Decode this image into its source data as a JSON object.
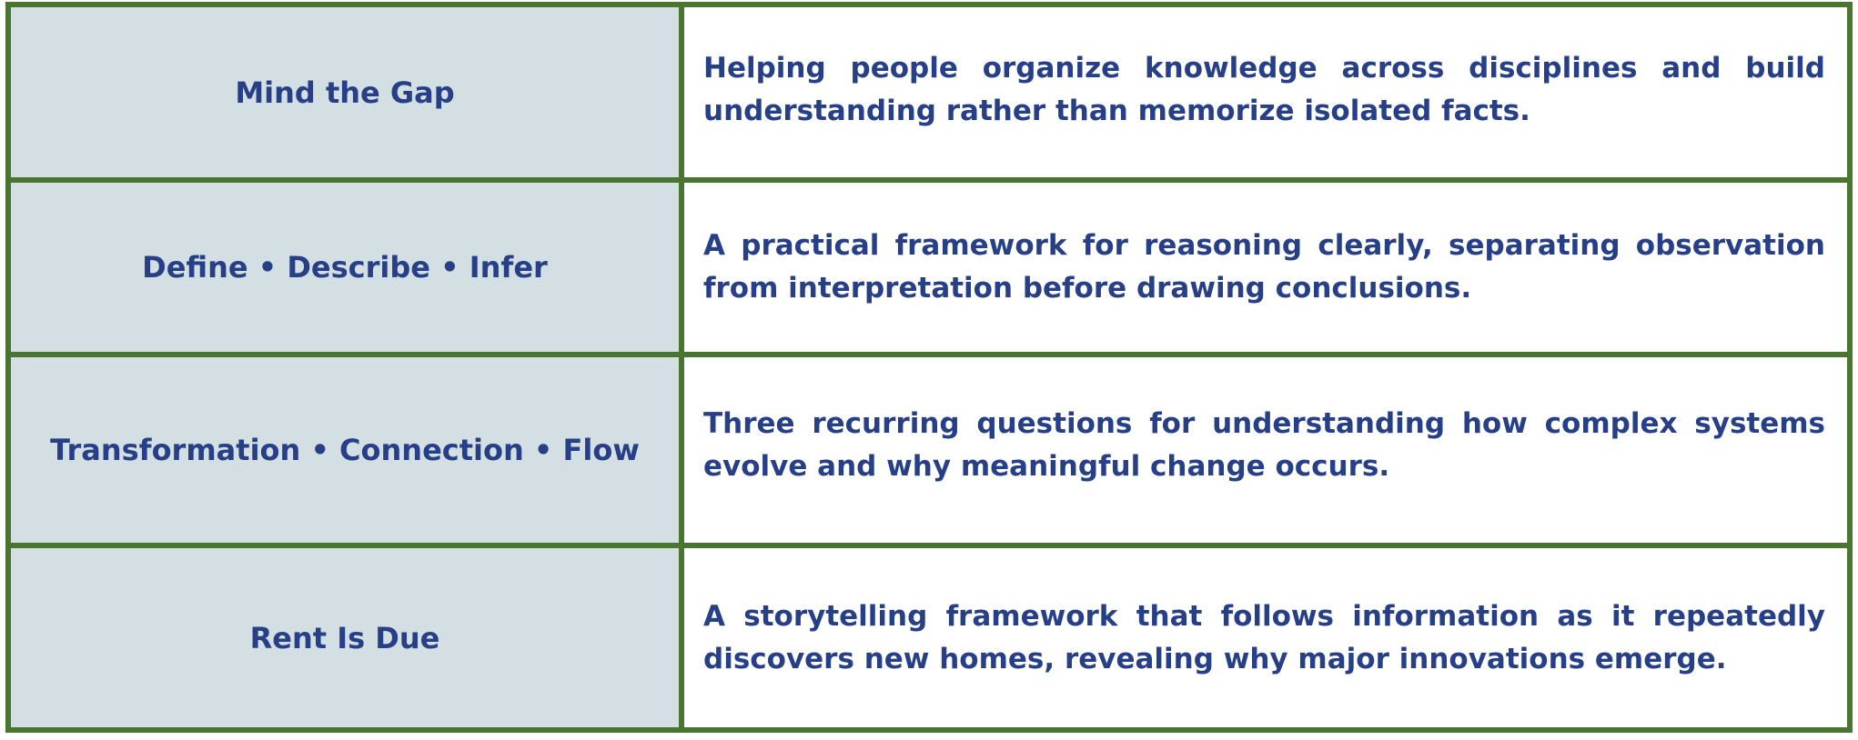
{
  "table": {
    "rows": [
      {
        "term": "Mind the Gap",
        "description": "Helping people organize knowledge across disciplines and build understanding rather than memorize isolated facts."
      },
      {
        "term": "Define • Describe • Infer",
        "description": "A practical framework for reasoning clearly, separating observation from interpretation before drawing conclusions."
      },
      {
        "term": "Transformation • Connection • Flow",
        "description": "Three recurring questions for understanding how complex systems evolve and why meaningful change occurs."
      },
      {
        "term": "Rent Is Due",
        "description": "A storytelling framework that follows information as it repeatedly discovers new homes, revealing why major innovations emerge."
      }
    ],
    "colors": {
      "border": "#4a7530",
      "term_background": "#d3dfe3",
      "text": "#263f86"
    }
  }
}
